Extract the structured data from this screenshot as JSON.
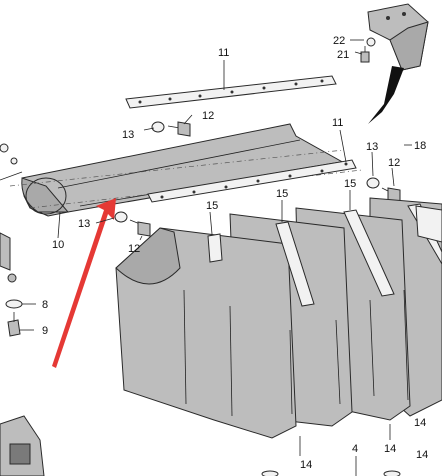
{
  "callouts": {
    "c1": "11",
    "c2": "12",
    "c3": "13",
    "c4": "22",
    "c5": "21",
    "c6": "11",
    "c7": "13",
    "c8": "12",
    "c9": "18",
    "c10": "15",
    "c11": "15",
    "c12": "15",
    "c13": "13",
    "c14": "12",
    "c15": "10",
    "c16": "8",
    "c17": "9",
    "c18": "14",
    "c19": "14",
    "c20": "14",
    "c21": "14",
    "c22": "4"
  },
  "colors": {
    "arrow": "#e53935",
    "metal": "#bdbdbd",
    "outline": "#2a2a2a"
  }
}
